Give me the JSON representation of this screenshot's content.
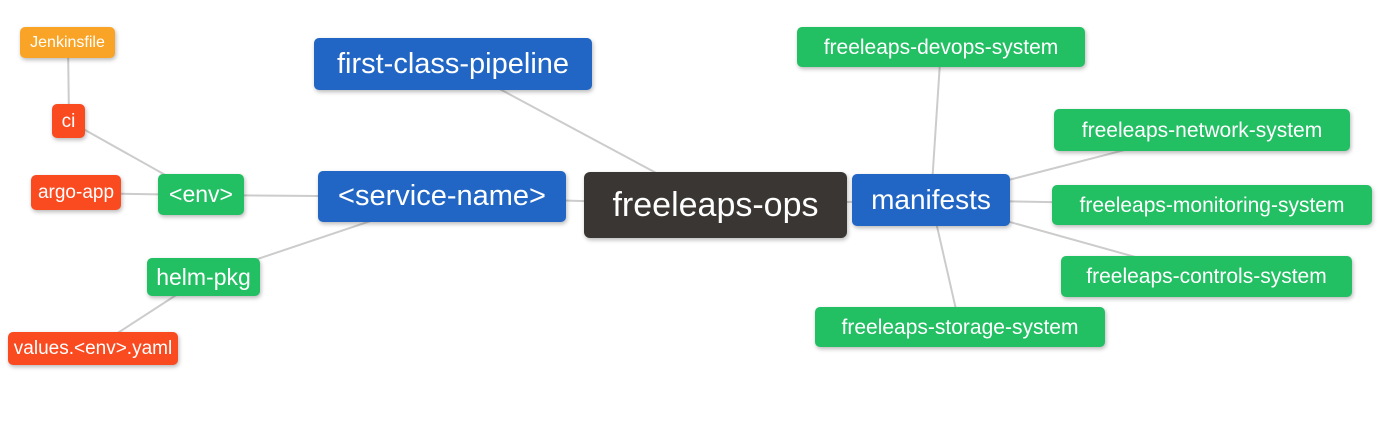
{
  "diagram": {
    "type": "mindmap",
    "root_id": "freeleaps_ops",
    "nodes": {
      "freeleaps_ops": {
        "label": "freeleaps-ops",
        "color": "#3a3633"
      },
      "first_class_pipeline": {
        "label": "first-class-pipeline",
        "color": "#2166c4"
      },
      "service_name": {
        "label": "<service-name>",
        "color": "#2166c4"
      },
      "manifests": {
        "label": "manifests",
        "color": "#2166c4"
      },
      "env": {
        "label": "<env>",
        "color": "#22bf63"
      },
      "helm_pkg": {
        "label": "helm-pkg",
        "color": "#22bf63"
      },
      "ci": {
        "label": "ci",
        "color": "#f94a20"
      },
      "argo_app": {
        "label": "argo-app",
        "color": "#f94a20"
      },
      "jenkinsfile": {
        "label": "Jenkinsfile",
        "color": "#f9a426"
      },
      "values_env_yaml": {
        "label": "values.<env>.yaml",
        "color": "#f94a20"
      },
      "freeleaps_devops_system": {
        "label": "freeleaps-devops-system",
        "color": "#22bf63"
      },
      "freeleaps_network_system": {
        "label": "freeleaps-network-system",
        "color": "#22bf63"
      },
      "freeleaps_monitoring_system": {
        "label": "freeleaps-monitoring-system",
        "color": "#22bf63"
      },
      "freeleaps_controls_system": {
        "label": "freeleaps-controls-system",
        "color": "#22bf63"
      },
      "freeleaps_storage_system": {
        "label": "freeleaps-storage-system",
        "color": "#22bf63"
      }
    },
    "edges": [
      [
        "freeleaps_ops",
        "first_class_pipeline"
      ],
      [
        "freeleaps_ops",
        "service_name"
      ],
      [
        "freeleaps_ops",
        "manifests"
      ],
      [
        "service_name",
        "env"
      ],
      [
        "service_name",
        "helm_pkg"
      ],
      [
        "env",
        "ci"
      ],
      [
        "env",
        "argo_app"
      ],
      [
        "ci",
        "jenkinsfile"
      ],
      [
        "helm_pkg",
        "values_env_yaml"
      ],
      [
        "manifests",
        "freeleaps_devops_system"
      ],
      [
        "manifests",
        "freeleaps_network_system"
      ],
      [
        "manifests",
        "freeleaps_monitoring_system"
      ],
      [
        "manifests",
        "freeleaps_controls_system"
      ],
      [
        "manifests",
        "freeleaps_storage_system"
      ]
    ]
  },
  "palette": {
    "blue": "#2166c4",
    "green": "#22bf63",
    "red": "#f94a20",
    "orange": "#f9a426",
    "dark": "#3a3633",
    "edge_line": "#cccccc",
    "text": "#ffffff",
    "background": "#ffffff"
  }
}
